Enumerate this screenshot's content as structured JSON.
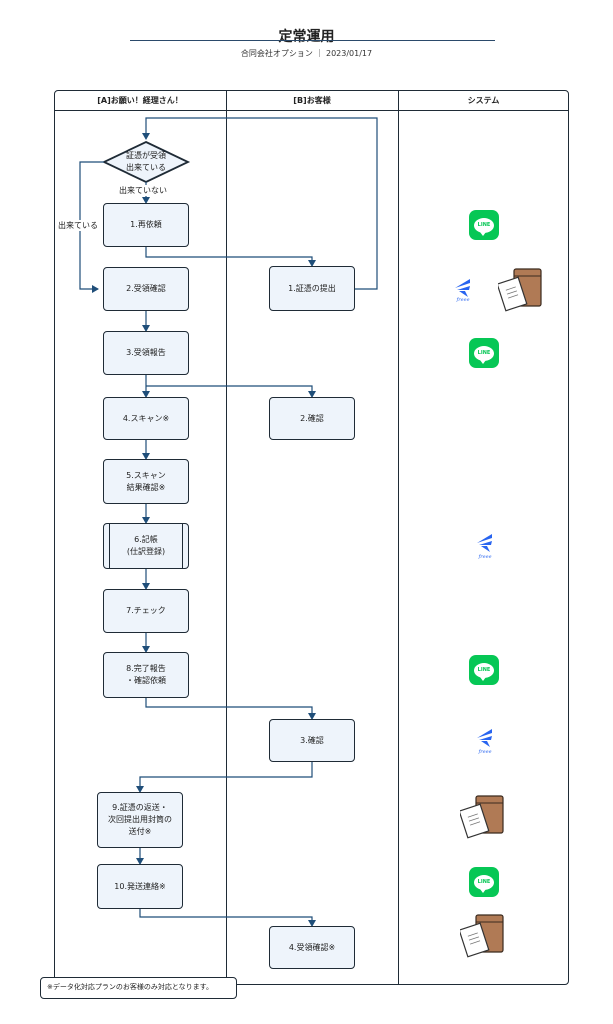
{
  "header": {
    "title": "定常運用",
    "subtitle": "合同会社オプション ｜ 2023/01/17"
  },
  "lanes": [
    "[A]お願い！経理さん！",
    "[B]お客様",
    "システム"
  ],
  "decision": {
    "label": "証憑が受領\n出来ている",
    "no_label": "出来ていない",
    "yes_label": "出来ている"
  },
  "steps_a": [
    "1.再依頼",
    "2.受領確認",
    "3.受領報告",
    "4.スキャン※",
    "5.スキャン\n結果確認※",
    "6.記帳\n(仕訳登録)",
    "7.チェック",
    "8.完了報告\n・確認依頼",
    "9.証憑の返送・\n次回提出用封筒の\n送付※",
    "10.発送連絡※"
  ],
  "steps_b": [
    "1.証憑の提出",
    "2.確認",
    "3.確認",
    "4.受領確認※"
  ],
  "system_icons": {
    "line_text": "LINE",
    "freee_text": "freee",
    "colors": {
      "line": "#06c755",
      "freee": "#2864f0",
      "envelope": "#b07a55"
    }
  },
  "note": "※データ化対応プランのお客様のみ対応となります。"
}
